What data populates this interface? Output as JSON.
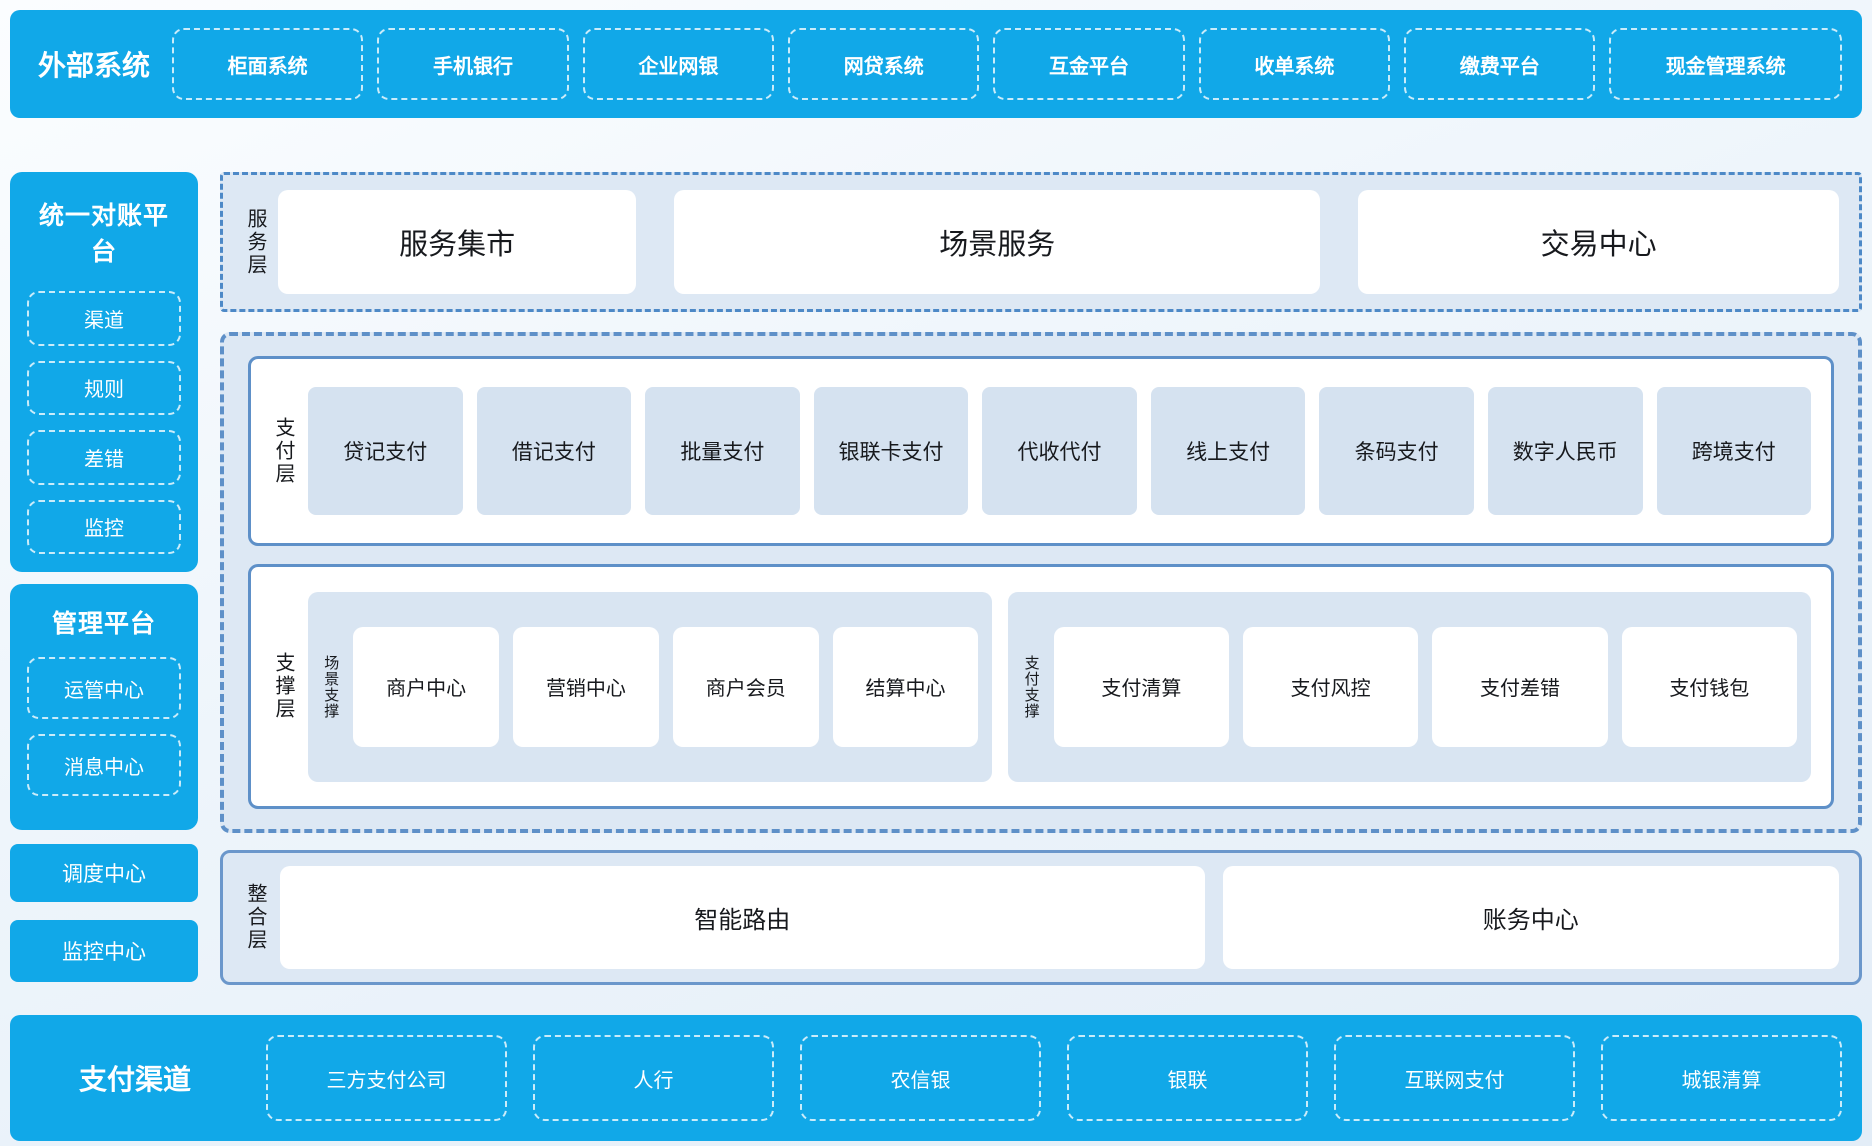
{
  "colors": {
    "brand_blue": "#11a8e8",
    "panel_bg": "#dde8f4",
    "panel_border": "#5e90c8",
    "card_lite": "#d5e2f0",
    "text_dark": "#17191d"
  },
  "external_systems": {
    "title": "外部系统",
    "items": [
      "柜面系统",
      "手机银行",
      "企业网银",
      "网贷系统",
      "互金平台",
      "收单系统",
      "缴费平台",
      "现金管理系统"
    ]
  },
  "sidebar": {
    "reconciliation": {
      "title": "统一对账平台",
      "items": [
        "渠道",
        "规则",
        "差错",
        "监控"
      ]
    },
    "management": {
      "title": "管理平台",
      "items": [
        "运管中心",
        "消息中心"
      ]
    },
    "blocks": [
      "调度中心",
      "监控中心"
    ]
  },
  "service_layer": {
    "label": "服务层",
    "cards": [
      "服务集市",
      "场景服务",
      "交易中心"
    ]
  },
  "payment_layer": {
    "label": "支付层",
    "cards": [
      "贷记支付",
      "借记支付",
      "批量支付",
      "银联卡支付",
      "代收代付",
      "线上支付",
      "条码支付",
      "数字人民币",
      "跨境支付"
    ]
  },
  "support_layer": {
    "label": "支撑层",
    "groups": [
      {
        "label": "场景支撑",
        "cards": [
          "商户中心",
          "营销中心",
          "商户会员",
          "结算中心"
        ]
      },
      {
        "label": "支付支撑",
        "cards": [
          "支付清算",
          "支付风控",
          "支付差错",
          "支付钱包"
        ]
      }
    ]
  },
  "integration_layer": {
    "label": "整合层",
    "cards": [
      "智能路由",
      "账务中心"
    ]
  },
  "payment_channels": {
    "title": "支付渠道",
    "items": [
      "三方支付公司",
      "人行",
      "农信银",
      "银联",
      "互联网支付",
      "城银清算"
    ]
  }
}
